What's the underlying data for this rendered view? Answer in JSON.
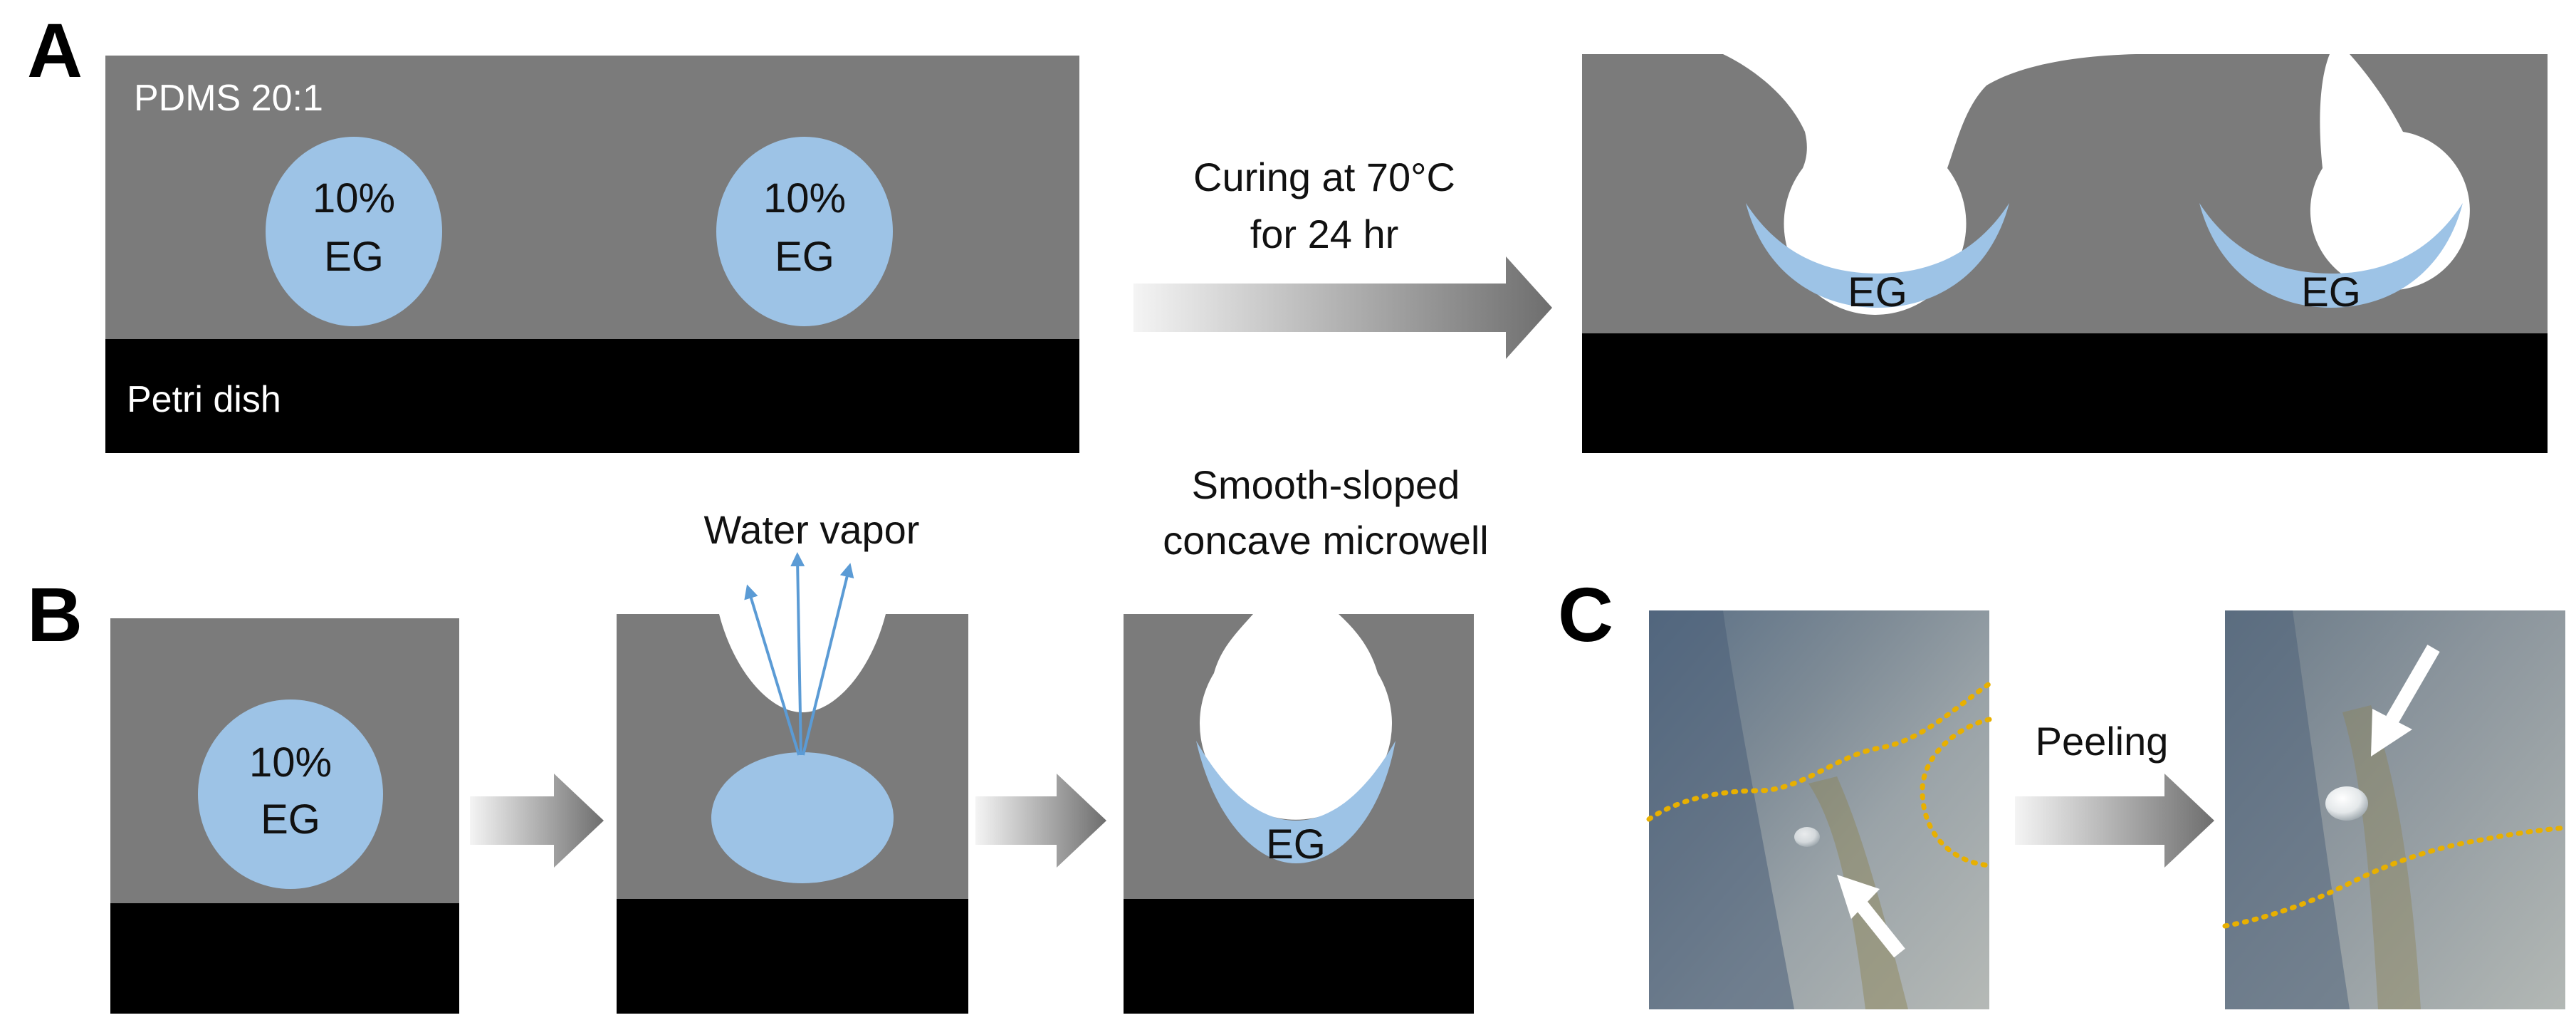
{
  "panels": {
    "a": {
      "letter": "A",
      "pdms_label": "PDMS 20:1",
      "dish_label": "Petri dish",
      "ratio": "10%",
      "material": "EG",
      "step": [
        "Curing at 70°C",
        "for 24 hr"
      ]
    },
    "b": {
      "letter": "B",
      "ratio": "10%",
      "material": "EG",
      "vapor_label": "Water vapor",
      "result": [
        "Smooth-sloped",
        "concave microwell"
      ]
    },
    "c": {
      "letter": "C",
      "step": "Peeling"
    }
  },
  "colors": {
    "pdms": "#7b7b7b",
    "dish": "#000000",
    "eg": "#9dc3e6",
    "vapor_arrow": "#5b9bd5",
    "dashed_boundary": "#e8b000",
    "process_arrow_dark": "#6e6e6e",
    "process_arrow_light": "#f2f2f2"
  }
}
